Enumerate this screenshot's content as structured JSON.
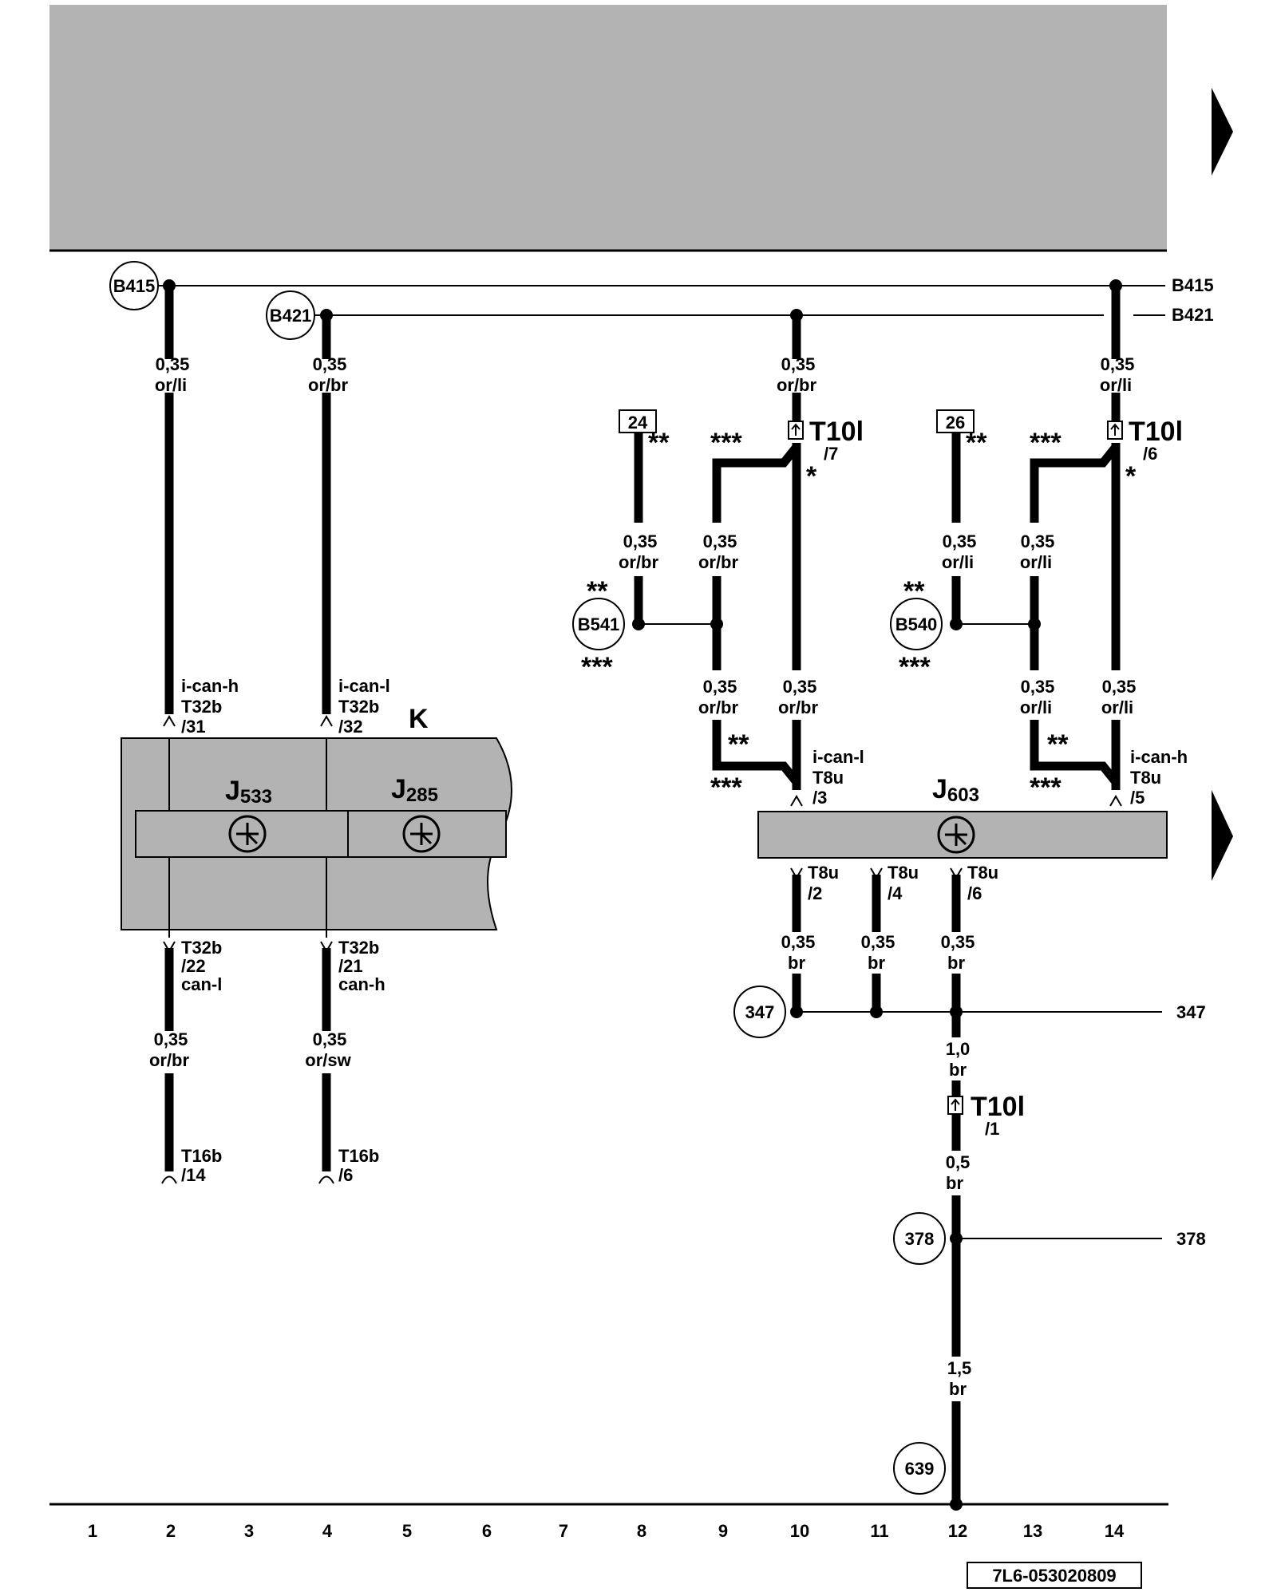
{
  "header": {
    "band_color": "#b3b3b3"
  },
  "buses": [
    {
      "id": "B415",
      "label": "B415"
    },
    {
      "id": "B421",
      "label": "B421"
    }
  ],
  "wires": {
    "c2_top": {
      "size": "0,35",
      "color": "or/li"
    },
    "c4_top": {
      "size": "0,35",
      "color": "or/br"
    },
    "c10_top": {
      "size": "0,35",
      "color": "or/br"
    },
    "c14_top": {
      "size": "0,35",
      "color": "or/li"
    },
    "c8_mid": {
      "size": "0,35",
      "color": "or/br"
    },
    "c9_mid": {
      "size": "0,35",
      "color": "or/br"
    },
    "c12_mid": {
      "size": "0,35",
      "color": "or/li"
    },
    "c13_mid": {
      "size": "0,35",
      "color": "or/li"
    },
    "c9_low": {
      "size": "0,35",
      "color": "or/br"
    },
    "c10_low": {
      "size": "0,35",
      "color": "or/br"
    },
    "c13_low": {
      "size": "0,35",
      "color": "or/li"
    },
    "c14_low": {
      "size": "0,35",
      "color": "or/li"
    },
    "c2_bot": {
      "size": "0,35",
      "color": "or/br"
    },
    "c4_bot": {
      "size": "0,35",
      "color": "or/sw"
    },
    "c10_bot": {
      "size": "0,35",
      "color": "br"
    },
    "c11_bot": {
      "size": "0,35",
      "color": "br"
    },
    "c12_bot": {
      "size": "0,35",
      "color": "br"
    },
    "c12_a": {
      "size": "1,0",
      "color": "br"
    },
    "c12_b": {
      "size": "0,5",
      "color": "br"
    },
    "c12_c": {
      "size": "1,5",
      "color": "br"
    }
  },
  "boxes": {
    "box24": "24",
    "box26": "26"
  },
  "circles": {
    "b415": "B415",
    "b421": "B421",
    "b541": "B541",
    "b540": "B540",
    "n347": "347",
    "n378": "378",
    "n639": "639"
  },
  "refs_right": {
    "r347": "347",
    "r378": "378"
  },
  "stars": {
    "s1": "*",
    "s2": "**",
    "s3": "***"
  },
  "connectors": {
    "t10l": "T10l",
    "t10l_7": "/7",
    "t10l_6": "/6",
    "t10l_1": "/1"
  },
  "pins": {
    "j533_top": [
      "i-can-h",
      "T32b",
      "/31"
    ],
    "j285_top": [
      "i-can-l",
      "T32b",
      "/32"
    ],
    "j533_bot": [
      "T32b",
      "/22",
      "can-l"
    ],
    "j285_bot": [
      "T32b",
      "/21",
      "can-h"
    ],
    "t16b_14": [
      "T16b",
      "/14"
    ],
    "t16b_6": [
      "T16b",
      "/6"
    ],
    "j603_l": [
      "i-can-l",
      "T8u",
      "/3"
    ],
    "j603_h": [
      "i-can-h",
      "T8u",
      "/5"
    ],
    "t8u_2": [
      "T8u",
      "/2"
    ],
    "t8u_4": [
      "T8u",
      "/4"
    ],
    "t8u_6": [
      "T8u",
      "/6"
    ]
  },
  "components": {
    "K": "K",
    "J533": {
      "main": "J",
      "sub": "533"
    },
    "J285": {
      "main": "J",
      "sub": "285"
    },
    "J603": {
      "main": "J",
      "sub": "603"
    }
  },
  "columns": [
    "1",
    "2",
    "3",
    "4",
    "5",
    "6",
    "7",
    "8",
    "9",
    "10",
    "11",
    "12",
    "13",
    "14"
  ],
  "footer_code": "7L6-053020809"
}
